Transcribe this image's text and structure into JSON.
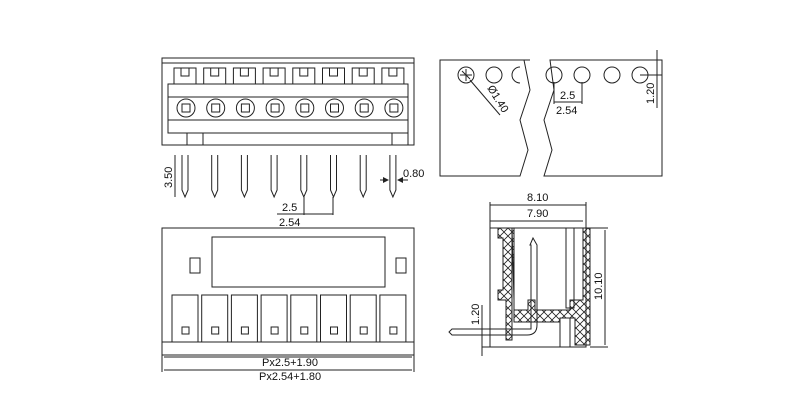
{
  "front_view": {
    "pin_length": "3.50",
    "pin_width": "0.80",
    "pitch_a": "2.5",
    "pitch_b": "2.54",
    "pin_count": 8
  },
  "bottom_view": {
    "length_a": "Px2.5+1.90",
    "length_b": "Px2.54+1.80"
  },
  "pcb_layout": {
    "hole_diameter": "Ø1.40",
    "pitch_a": "2.5",
    "pitch_b": "2.54",
    "edge_offset": "1.20"
  },
  "side_view": {
    "width_outer": "8.10",
    "width_inner": "7.90",
    "height": "10.10",
    "pin_offset": "1.20"
  }
}
